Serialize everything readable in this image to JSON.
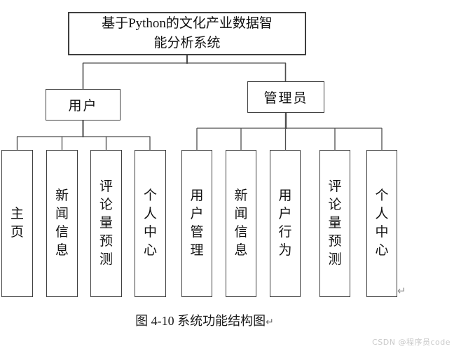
{
  "diagram": {
    "root": {
      "title_line1": "基于Python的文化产业数据智",
      "title_line2": "能分析系统"
    },
    "branches": [
      {
        "label": "用户",
        "children": [
          "主页",
          "新闻信息",
          "评论量预测",
          "个人中心"
        ]
      },
      {
        "label": "管理员",
        "children": [
          "用户管理",
          "新闻信息",
          "用户行为",
          "评论量预测",
          "个人中心"
        ]
      }
    ],
    "caption": "图 4-10 系统功能结构图",
    "return_mark": "↵",
    "watermark": "CSDN @程序员code",
    "colors": {
      "line": "#4d4d4d",
      "box_border": "#3f3f3f",
      "text": "#111111",
      "watermark": "#c9c9c9",
      "background": "#ffffff"
    }
  }
}
